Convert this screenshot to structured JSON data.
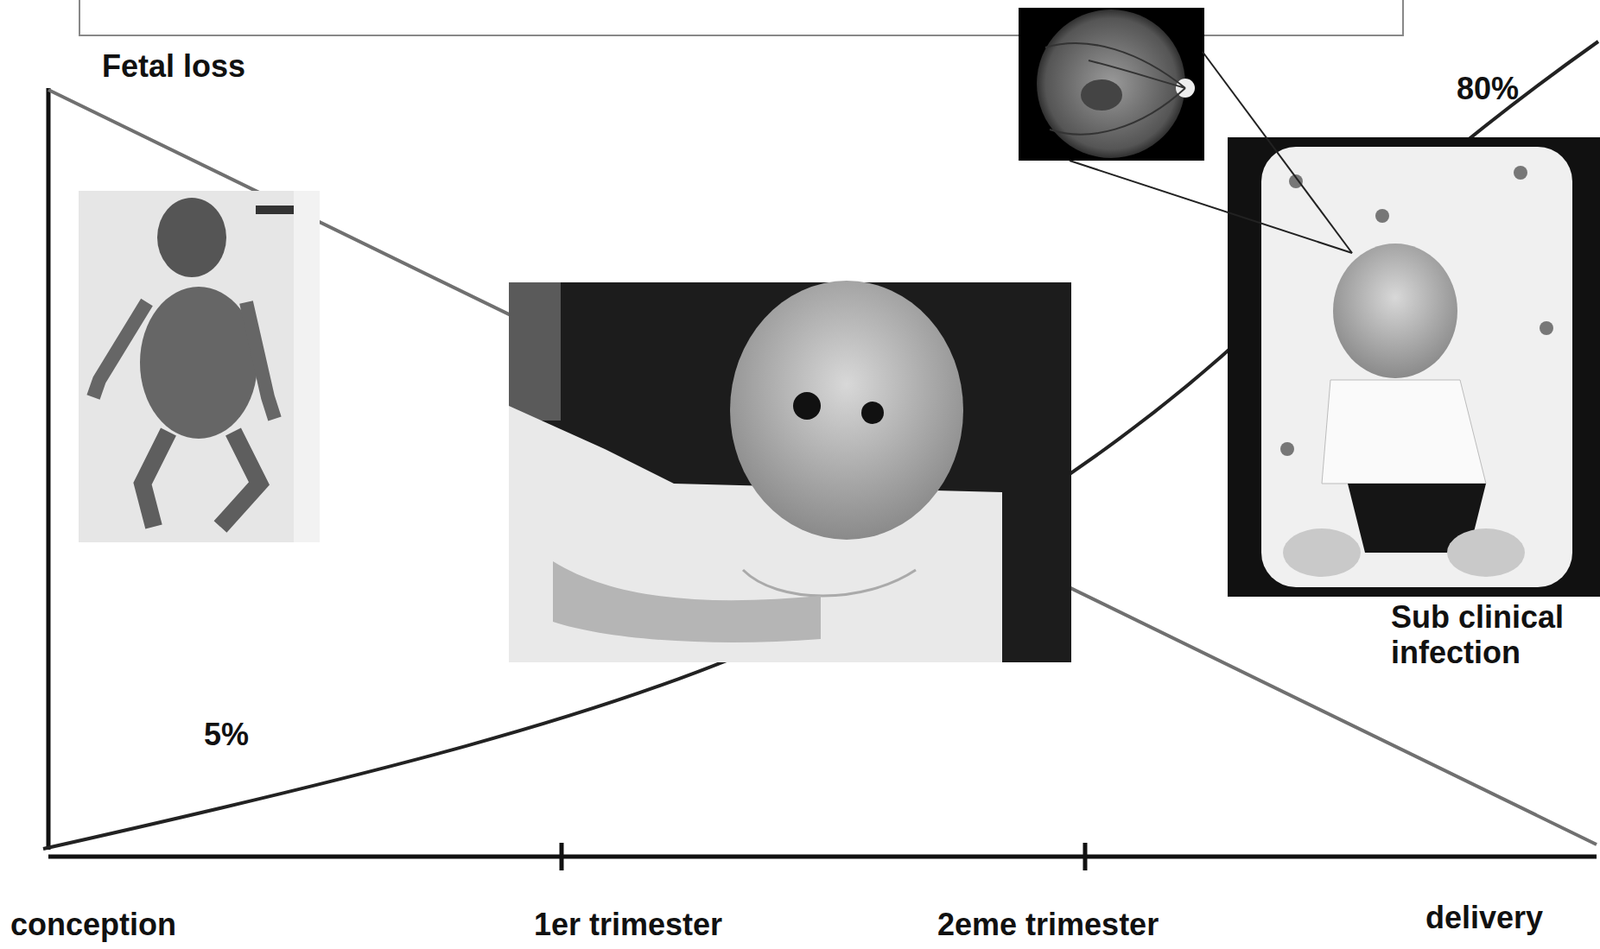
{
  "diagram": {
    "labels": [
      "Fetal loss",
      "80%",
      "5%",
      "Sub clinical infection",
      "conception",
      "1er trimester",
      "2eme trimester",
      "delivery"
    ]
  }
}
